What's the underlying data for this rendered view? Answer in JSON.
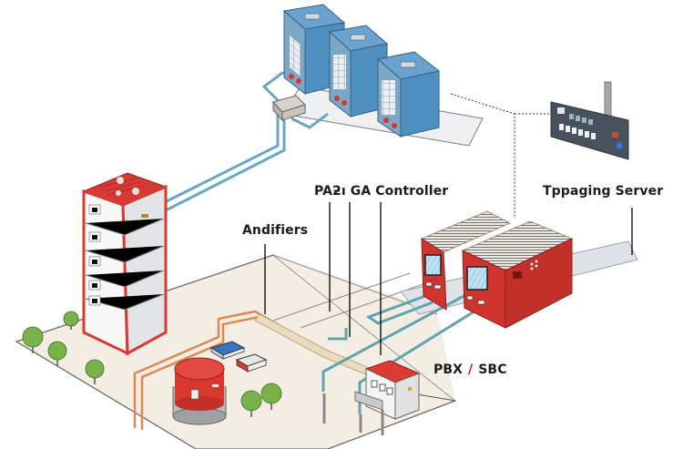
{
  "diagram": {
    "type": "isometric-system-illustration",
    "labels": {
      "amplifiers": "Andifiers",
      "pa_controller": "PAƻı GA Controller",
      "paging_server": "Tppaging Server",
      "pbx": "PBX",
      "separator": "/",
      "sbc": "SBC"
    },
    "components": [
      {
        "id": "blue-cabinets",
        "name": "Blue equipment cabinets",
        "count": 3
      },
      {
        "id": "network-switch",
        "name": "Cable junction / switch"
      },
      {
        "id": "paging-panel",
        "name": "Paging control panel"
      },
      {
        "id": "server-rack",
        "name": "Red/white server rack tower"
      },
      {
        "id": "server-units",
        "name": "Red server units",
        "count": 2
      },
      {
        "id": "pbx-building",
        "name": "PBX/SBC enclosure"
      },
      {
        "id": "tank",
        "name": "Red cylindrical tank"
      },
      {
        "id": "small-devices",
        "name": "Small devices",
        "count": 2
      },
      {
        "id": "trees",
        "name": "Trees",
        "count": 6
      }
    ],
    "colors": {
      "cabinet_blue": "#4f8fbf",
      "rack_red": "#d23a34",
      "cable_teal": "#5fa4ad",
      "cable_orange": "#d98a55",
      "ground": "#f3ece3",
      "tree_green": "#79b24a"
    }
  }
}
